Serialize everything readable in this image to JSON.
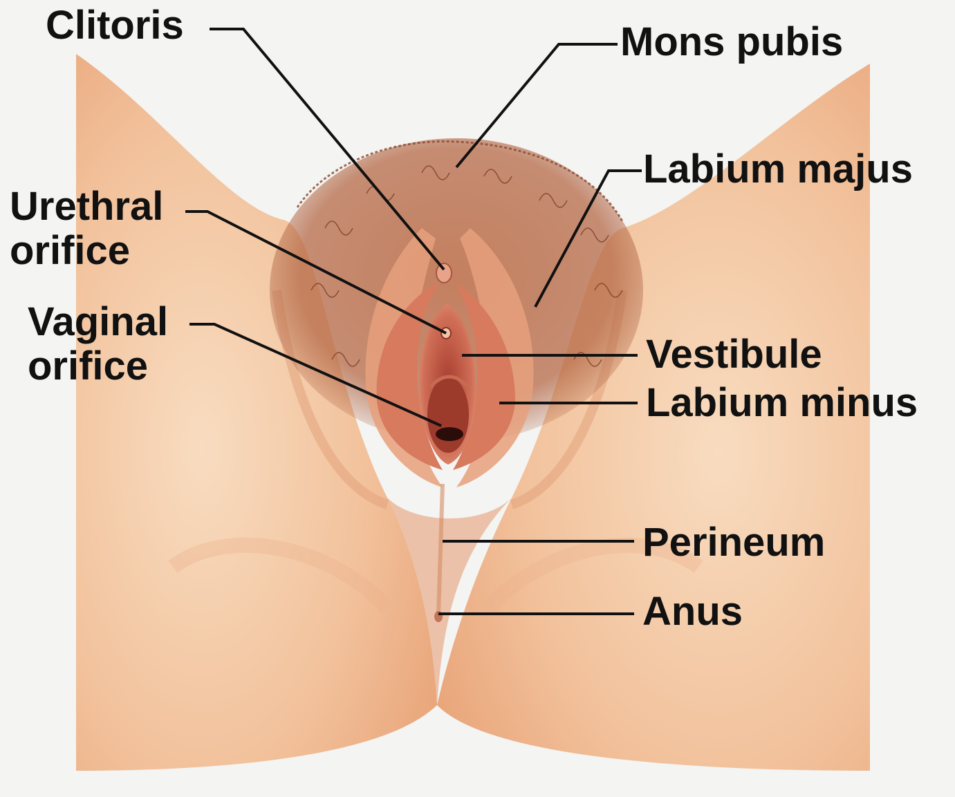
{
  "labels": {
    "clitoris": "Clitoris",
    "mons_pubis": "Mons pubis",
    "labium_majus": "Labium majus",
    "urethral_orifice": [
      "Urethral",
      "orifice"
    ],
    "vaginal_orifice": [
      "Vaginal",
      "orifice"
    ],
    "vestibule": "Vestibule",
    "labium_minus": "Labium minus",
    "perineum": "Perineum",
    "anus": "Anus"
  },
  "colors": {
    "background": "#f4f4f2",
    "skin_light": "#f7d5b4",
    "skin_mid": "#eeb58c",
    "skin_shadow": "#d98c62",
    "hair": "#9c5a3c",
    "mucosa": "#c8604a",
    "mucosa_dark": "#8e3328",
    "leader_line": "#111111"
  }
}
